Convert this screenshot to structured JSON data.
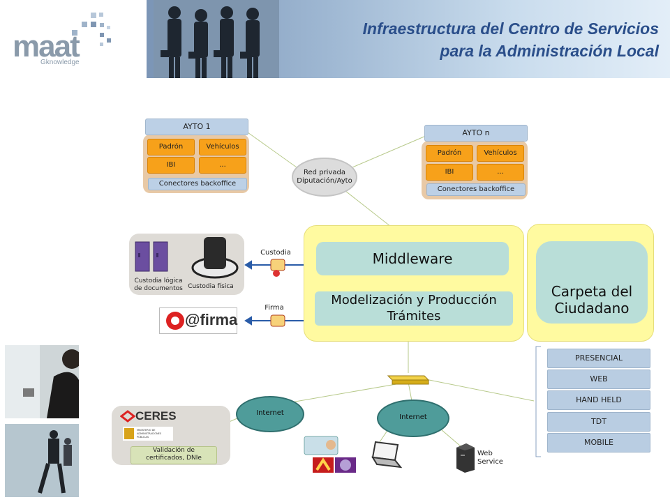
{
  "header": {
    "logo": "maat",
    "logo_sub": "Gknowledge",
    "title_line1": "Infraestructura del Centro de Servicios",
    "title_line2": "para la Administración Local"
  },
  "ayto1": {
    "title": "AYTO   1",
    "cells": [
      "Padrón",
      "Vehículos",
      "IBI",
      "..."
    ],
    "footer": "Conectores backoffice"
  },
  "aytoN": {
    "title": "AYTO n",
    "cells": [
      "Padrón",
      "Vehículos",
      "IBI",
      "..."
    ],
    "footer": "Conectores backoffice"
  },
  "red": "Red privada\nDiputación/Ayto",
  "custodia": {
    "arrow_label": "Custodia",
    "logica": "Custodia lógica\nde documentos",
    "fisica": "Custodia física"
  },
  "firma": {
    "arrow_label": "Firma",
    "logo": "@firma"
  },
  "central": {
    "middleware": "Middleware",
    "modelizacion": "Modelización y Producción\nTrámites",
    "carpeta": "Carpeta del\nCiudadano"
  },
  "channels": [
    "PRESENCIAL",
    "WEB",
    "HAND HELD",
    "TDT",
    "MOBILE"
  ],
  "internet1": "Internet",
  "internet2": "Internet",
  "ceres": {
    "logo": "CERES",
    "ministerio": "MINISTERIO DE ADMINISTRACIONES PÚBLICAS",
    "validacion": "Validación de\ncertificados, DNIe"
  },
  "web_service": "Web\nService",
  "colors": {
    "title": "#2a4e8a",
    "orange": "#f7a11a",
    "yellow_panel": "#fffaa0",
    "teal": "#b9ded8"
  }
}
